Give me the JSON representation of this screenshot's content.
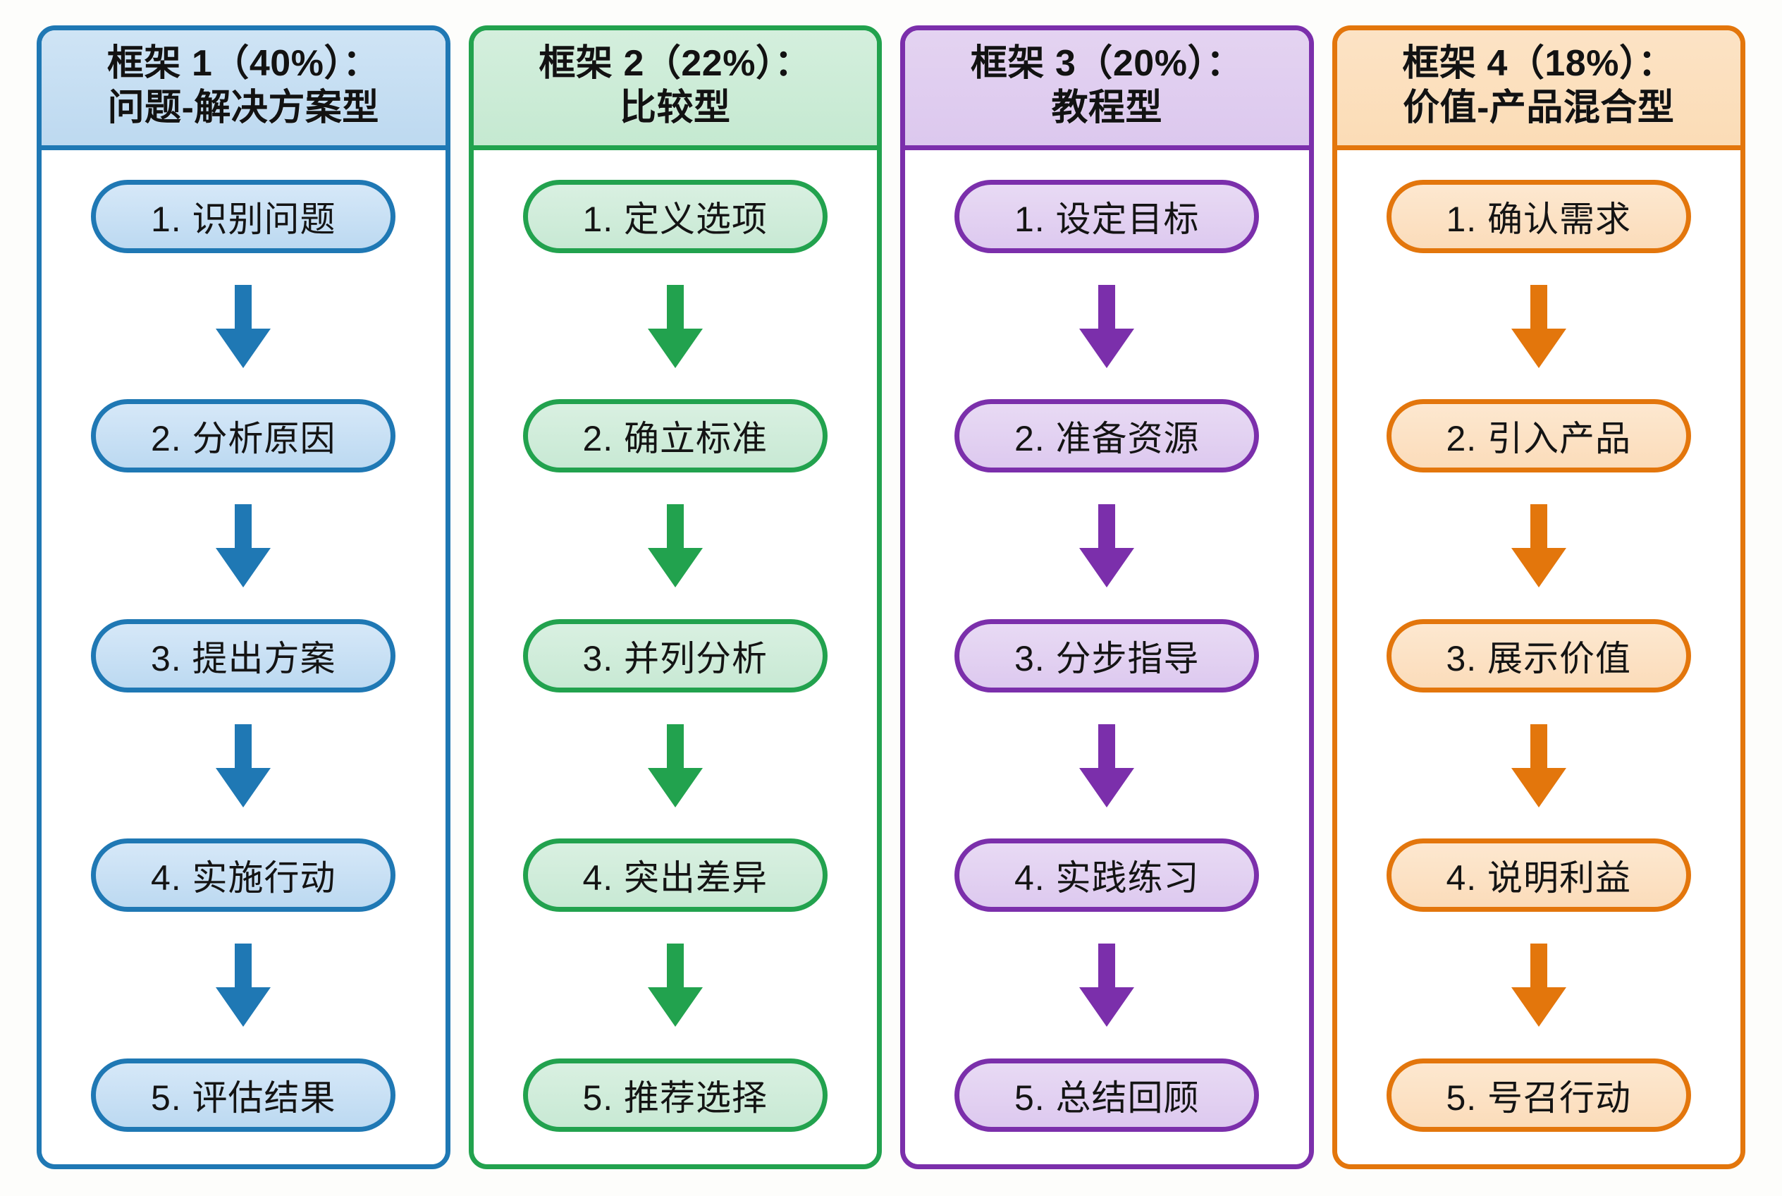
{
  "diagram": {
    "type": "flowchart-columns",
    "background_color": "#fdfdfb",
    "column_count": 4,
    "steps_per_column": 5
  },
  "columns": [
    {
      "id": "framework-1",
      "accent_color": "#1f78b4",
      "fill_color": "#cfe4f5",
      "header_line1": "框架 1（40%）：",
      "header_line2": "问题-解决方案型",
      "percent": "40%",
      "steps": [
        {
          "label": "1. 识别问题"
        },
        {
          "label": "2. 分析原因"
        },
        {
          "label": "3. 提出方案"
        },
        {
          "label": "4. 实施行动"
        },
        {
          "label": "5. 评估结果"
        }
      ]
    },
    {
      "id": "framework-2",
      "accent_color": "#22a24e",
      "fill_color": "#d4efdd",
      "header_line1": "框架 2（22%）：",
      "header_line2": "比较型",
      "percent": "22%",
      "steps": [
        {
          "label": "1. 定义选项"
        },
        {
          "label": "2. 确立标准"
        },
        {
          "label": "3. 并列分析"
        },
        {
          "label": "4. 突出差异"
        },
        {
          "label": "5. 推荐选择"
        }
      ]
    },
    {
      "id": "framework-3",
      "accent_color": "#7b2fab",
      "fill_color": "#e4d3f1",
      "header_line1": "框架 3（20%）：",
      "header_line2": "教程型",
      "percent": "20%",
      "steps": [
        {
          "label": "1. 设定目标"
        },
        {
          "label": "2. 准备资源"
        },
        {
          "label": "3. 分步指导"
        },
        {
          "label": "4. 实践练习"
        },
        {
          "label": "5. 总结回顾"
        }
      ]
    },
    {
      "id": "framework-4",
      "accent_color": "#e3760c",
      "fill_color": "#fce3c5",
      "header_line1": "框架 4（18%）：",
      "header_line2": "价值-产品混合型",
      "percent": "18%",
      "steps": [
        {
          "label": "1. 确认需求"
        },
        {
          "label": "2. 引入产品"
        },
        {
          "label": "3. 展示价值"
        },
        {
          "label": "4. 说明利益"
        },
        {
          "label": "5. 号召行动"
        }
      ]
    }
  ]
}
